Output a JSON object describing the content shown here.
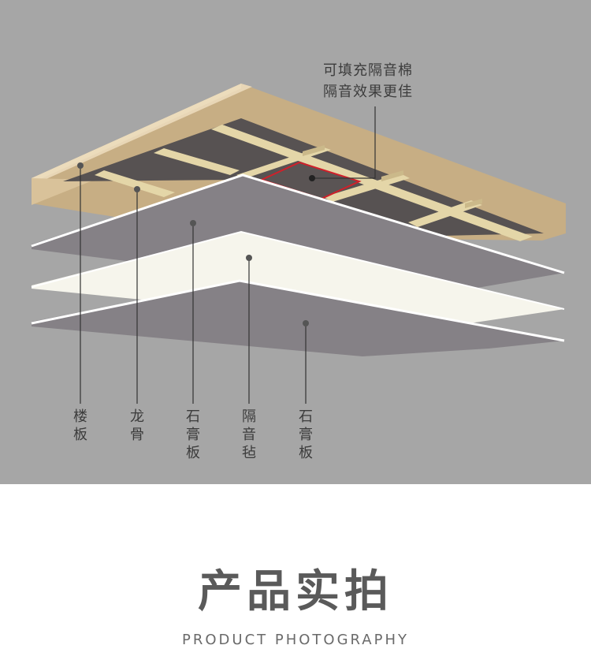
{
  "callout": {
    "line1": "可填充隔音棉",
    "line2": "隔音效果更佳"
  },
  "labels": [
    {
      "id": "floor-slab",
      "text": "楼板"
    },
    {
      "id": "keel",
      "text": "龙骨"
    },
    {
      "id": "gypsum-board-1",
      "text": "石膏板"
    },
    {
      "id": "sound-felt",
      "text": "隔音毡"
    },
    {
      "id": "gypsum-board-2",
      "text": "石膏板"
    }
  ],
  "section": {
    "title": "产品实拍",
    "subtitle": "PRODUCT PHOTOGRAPHY"
  },
  "colors": {
    "background": "#a6a6a6",
    "slab_top": "#e2d0b0",
    "keel": "#e4d6a8",
    "gypsum": "#858186",
    "felt": "#f6f5ec",
    "highlight": "#d0202a"
  }
}
